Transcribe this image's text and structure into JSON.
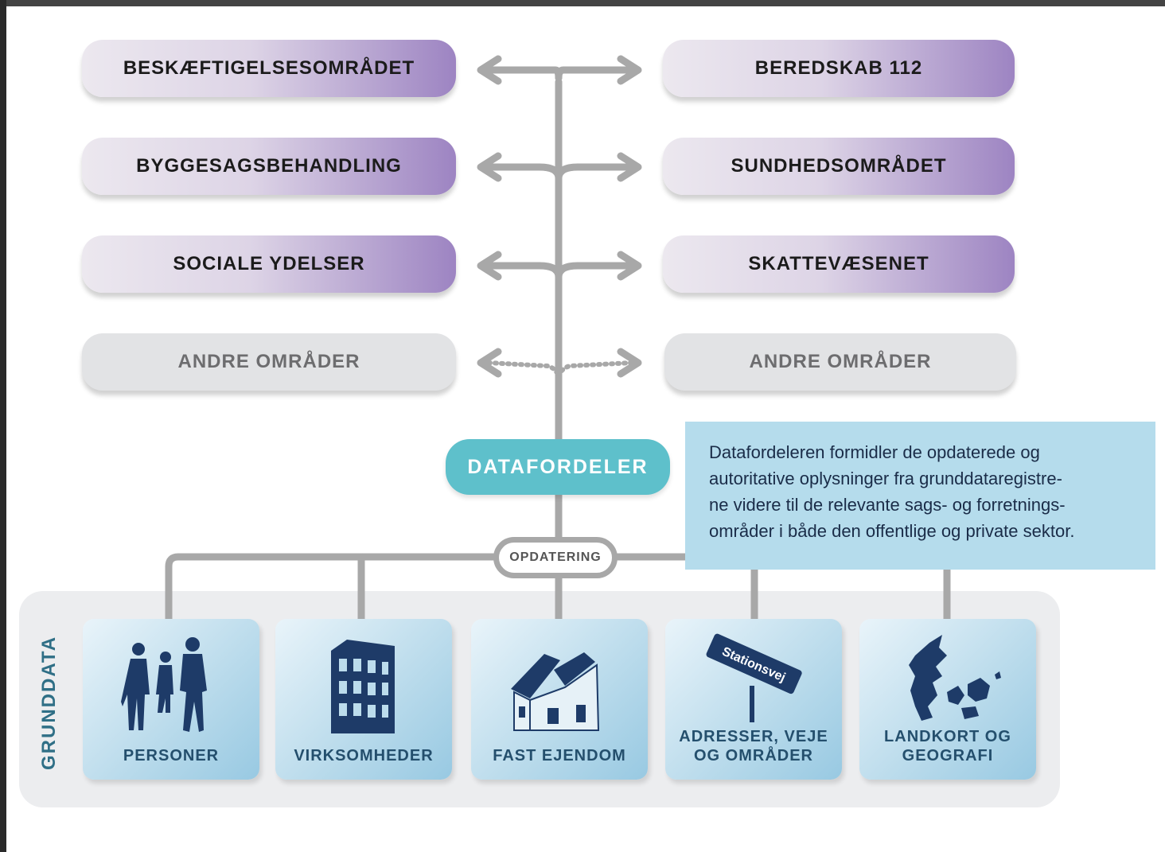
{
  "areas": {
    "left": [
      "BESKÆFTIGELSESOMRÅDET",
      "BYGGESAGSBEHANDLING",
      "SOCIALE YDELSER",
      "ANDRE OMRÅDER"
    ],
    "right": [
      "BEREDSKAB 112",
      "SUNDHEDSOMRÅDET",
      "SKATTEVÆSENET",
      "ANDRE OMRÅDER"
    ]
  },
  "hub": {
    "label": "DATAFORDELER"
  },
  "update": {
    "label": "OPDATERING"
  },
  "info": {
    "lines": [
      "Datafordeleren formidler de opdaterede og",
      "autoritative oplysninger fra grunddataregistre-",
      "ne videre til de relevante sags- og forretnings-",
      "områder i både den offentlige og private sektor."
    ]
  },
  "grunddata": {
    "label": "GRUNDDATA",
    "cards": [
      {
        "label": "PERSONER",
        "icon": "people-icon"
      },
      {
        "label": "VIRKSOMHEDER",
        "icon": "building-icon"
      },
      {
        "label": "FAST EJENDOM",
        "icon": "house-icon"
      },
      {
        "label": "ADRESSER, VEJE\nOG OMRÅDER",
        "icon": "street-sign-icon",
        "sign_text": "Stationsvej"
      },
      {
        "label": "LANDKORT OG\nGEOGRAFI",
        "icon": "denmark-map-icon"
      }
    ]
  },
  "colors": {
    "pill_accent": "#9d84c2",
    "hub": "#5ec0cb",
    "info_box": "#b5dcec",
    "connector": "#a8a8a8"
  }
}
